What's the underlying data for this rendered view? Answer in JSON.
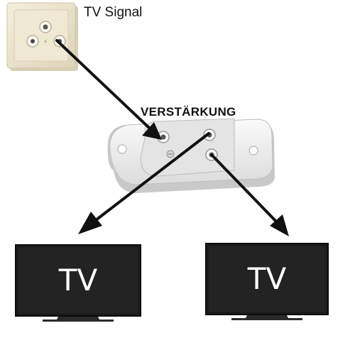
{
  "labels": {
    "signal": "TV Signal",
    "amplifier": "VERSTÄRKUNG"
  },
  "tvs": [
    {
      "screen_text": "TV"
    },
    {
      "screen_text": "TV"
    }
  ],
  "colors": {
    "arrow": "#111111",
    "tv_screen": "#1c1c1c",
    "socket_body": "#ece4cf",
    "amplifier_body": "#f2f2f2"
  }
}
